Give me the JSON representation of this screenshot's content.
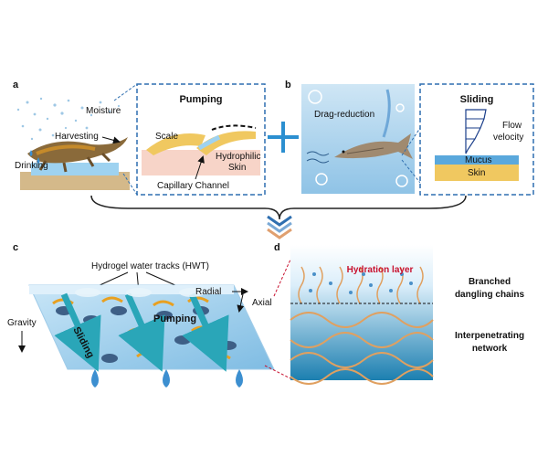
{
  "panels": {
    "a": {
      "letter": "a",
      "moisture": "Moisture",
      "harvesting": "Harvesting",
      "drinking": "Drinking",
      "inset_title": "Pumping",
      "scale": "Scale",
      "hydrophilic_line1": "Hydrophilic",
      "hydrophilic_line2": "Skin",
      "capillary": "Capillary Channel"
    },
    "b": {
      "letter": "b",
      "drag": "Drag-reduction",
      "inset_title": "Sliding",
      "flow_line1": "Flow",
      "flow_line2": "velocity",
      "mucus": "Mucus",
      "skin": "Skin"
    },
    "c": {
      "letter": "c",
      "hwt": "Hydrogel water tracks (HWT)",
      "radial": "Radial",
      "axial": "Axial",
      "gravity": "Gravity",
      "sliding": "Sliding",
      "pumping": "Pumping"
    },
    "d": {
      "letter": "d",
      "hydration": "Hydration layer",
      "branched_line1": "Branched",
      "branched_line2": "dangling chains",
      "interpen_line1": "Interpenetrating",
      "interpen_line2": "network"
    }
  },
  "colors": {
    "dashed_frame": "#2f6fb0",
    "plus": "#2b8fd0",
    "hydration": "#c8102e",
    "network": "#e0a060",
    "water": "#5aa8dc",
    "skin": "#f0c860"
  }
}
